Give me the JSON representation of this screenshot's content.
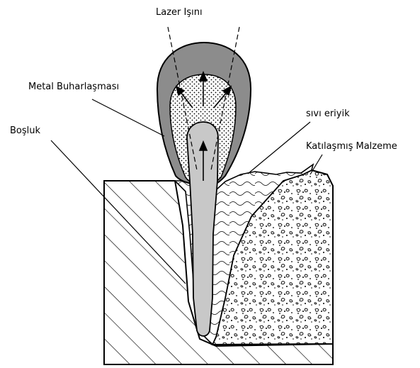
{
  "labels": {
    "laser_beam": "Lazer Işını",
    "metal_vaporization": "Metal Buharlaşması",
    "cavity": "Boşluk",
    "liquid_melt": "sıvı eriyik",
    "solidified_material": "Katılaşmış Malzeme"
  },
  "colors": {
    "outline": "#000000",
    "vapor_outer": "#8c8c8c",
    "keyhole": "#c8c8c8",
    "background": "#ffffff"
  }
}
